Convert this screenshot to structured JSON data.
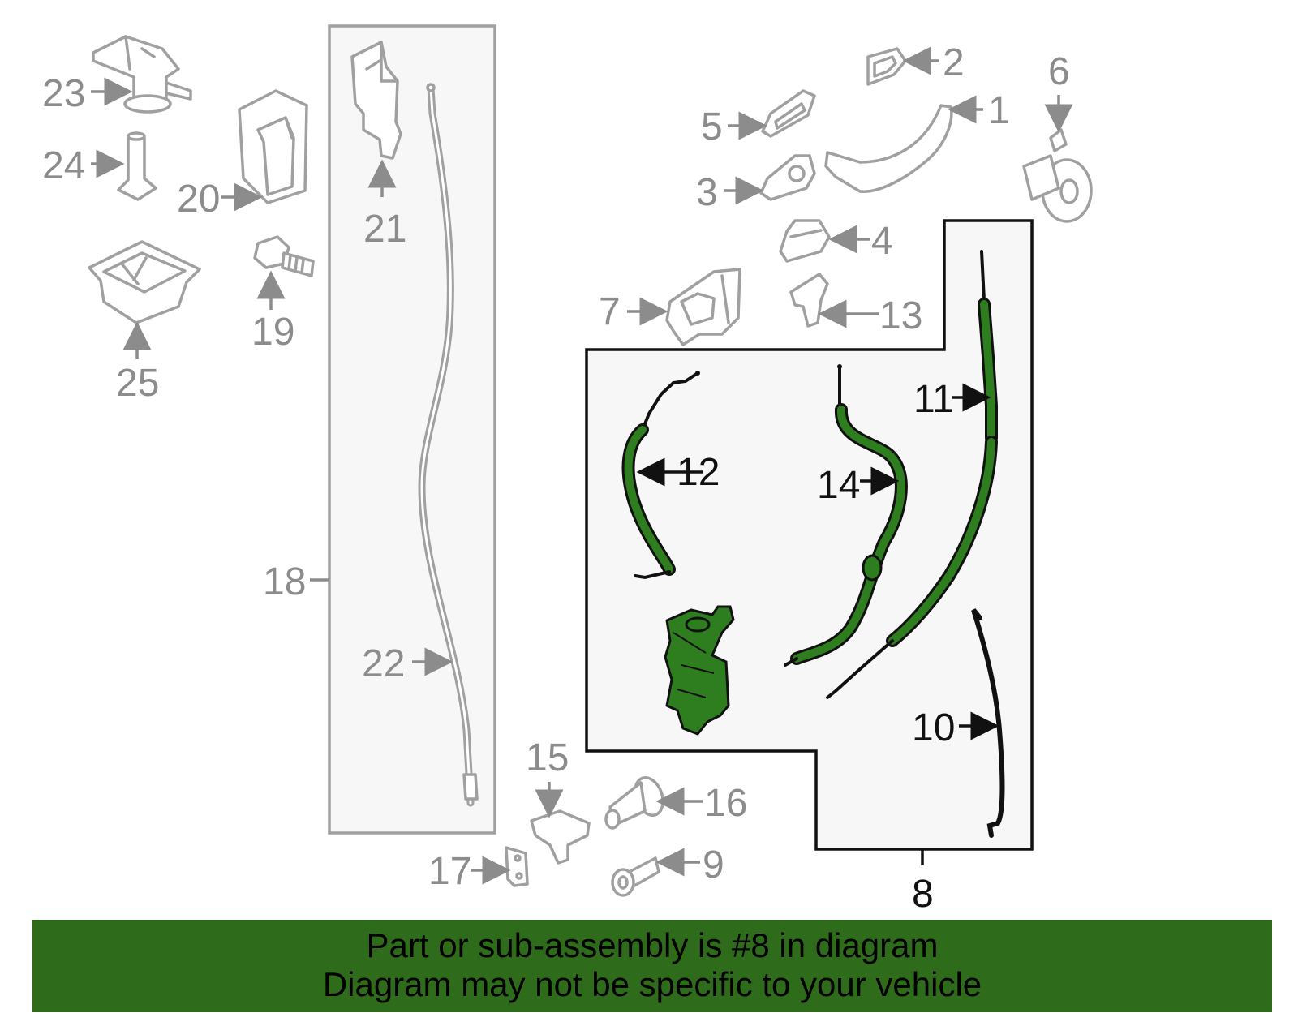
{
  "callouts": {
    "c1": "1",
    "c2": "2",
    "c3": "3",
    "c4": "4",
    "c5": "5",
    "c6": "6",
    "c7": "7",
    "c8": "8",
    "c9": "9",
    "c10": "10",
    "c11": "11",
    "c12": "12",
    "c13": "13",
    "c14": "14",
    "c15": "15",
    "c16": "16",
    "c17": "17",
    "c18": "18",
    "c19": "19",
    "c20": "20",
    "c21": "21",
    "c22": "22",
    "c23": "23",
    "c24": "24",
    "c25": "25"
  },
  "footer": {
    "line1": "Part or sub-assembly is #8 in diagram",
    "line2": "Diagram may not be specific to your vehicle"
  },
  "colors": {
    "highlight_green": "#2e7d1e",
    "footer_green": "#2e6b1a",
    "part_gray": "#a0a0a0",
    "label_gray": "#8c8c8c"
  }
}
